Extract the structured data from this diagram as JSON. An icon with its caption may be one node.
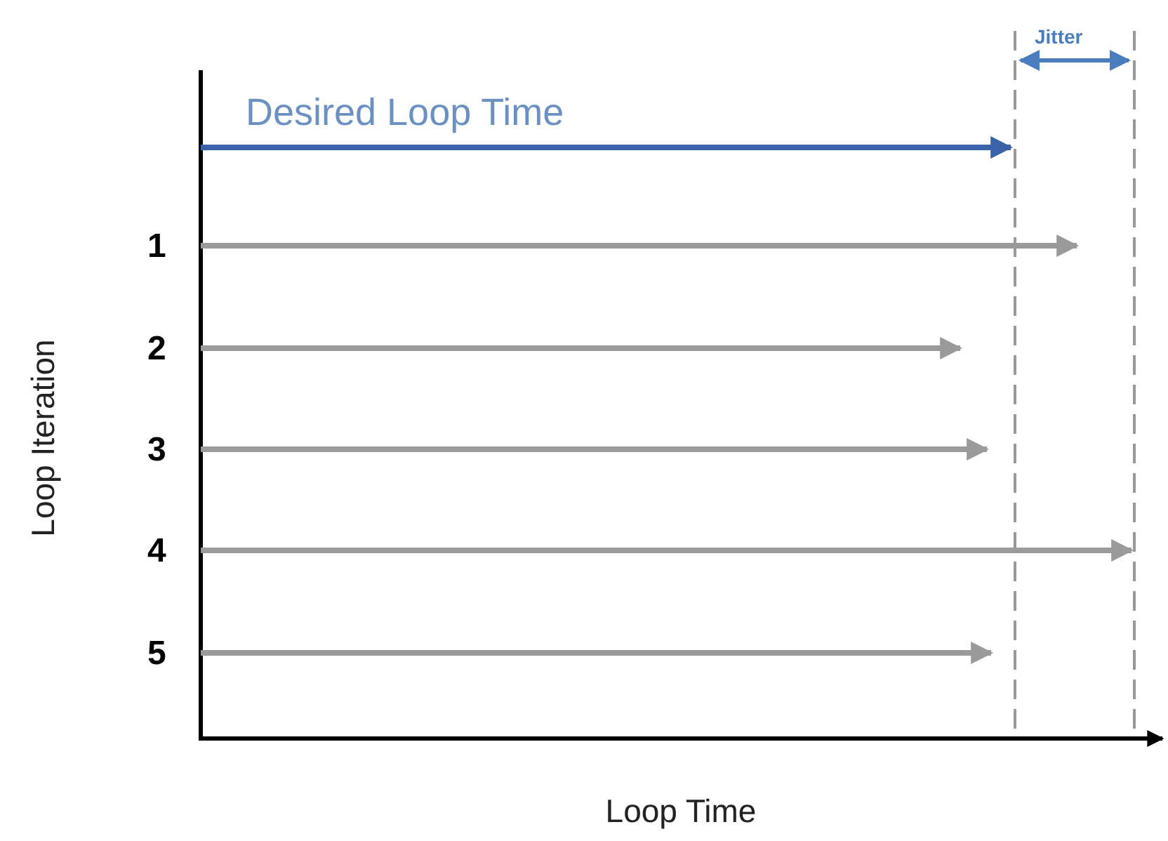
{
  "diagram": {
    "labels": [
      "Jitter",
      "Desired Loop Time",
      "1",
      "2",
      "3",
      "4",
      "5",
      "Loop Iteration",
      "Loop Time"
    ]
  }
}
